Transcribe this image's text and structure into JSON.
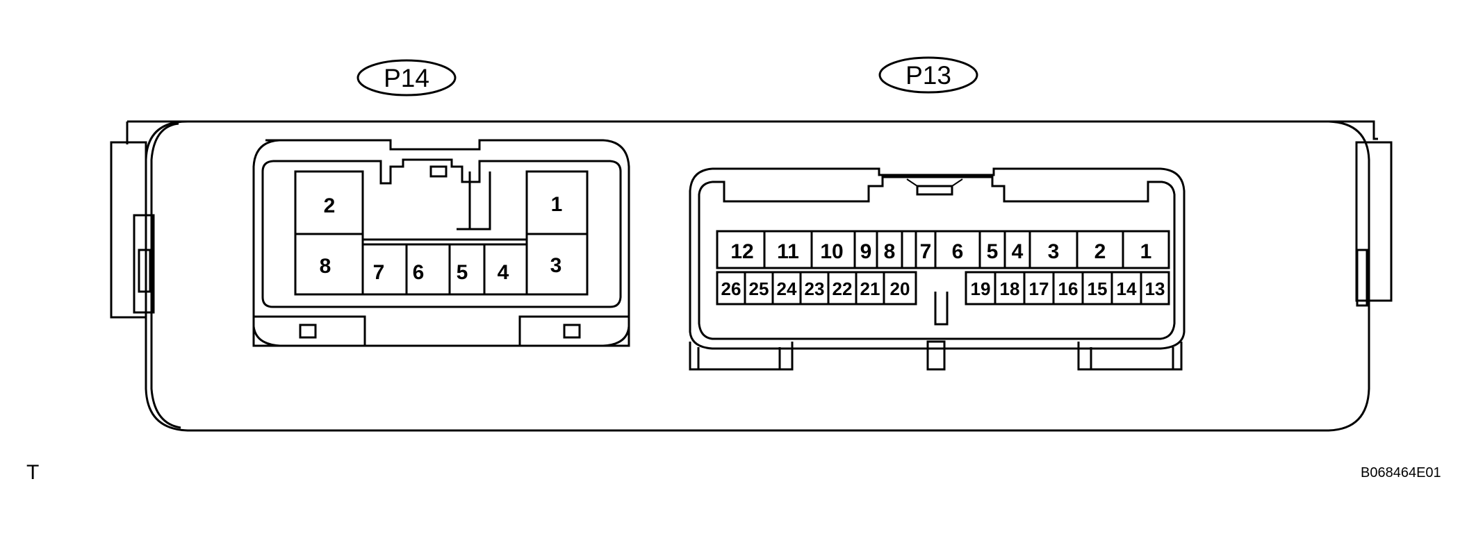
{
  "corner_letter": "T",
  "figure_code": "B068464E01",
  "connectors": {
    "p14": {
      "label": "P14",
      "pins": [
        "1",
        "2",
        "3",
        "4",
        "5",
        "6",
        "7",
        "8"
      ]
    },
    "p13": {
      "label": "P13",
      "top_row": [
        "12",
        "11",
        "10",
        "9",
        "8",
        "7",
        "6",
        "5",
        "4",
        "3",
        "2",
        "1"
      ],
      "bottom_row_left": [
        "26",
        "25",
        "24",
        "23",
        "22",
        "21",
        "20"
      ],
      "bottom_row_right": [
        "19",
        "18",
        "17",
        "16",
        "15",
        "14",
        "13"
      ]
    }
  }
}
